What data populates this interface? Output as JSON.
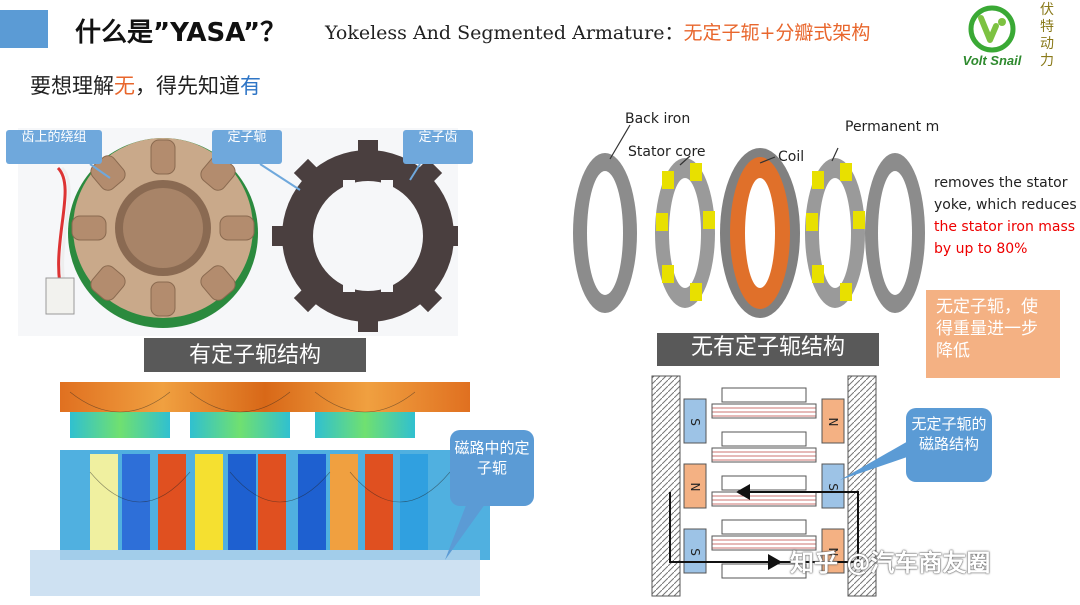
{
  "header": {
    "title": "什么是”YASA”？",
    "subtitle_prefix": "Yokeless And Segmented Armature：",
    "subtitle_highlight": "无",
    "subtitle_suffix": "定子轭+分瓣式架构"
  },
  "logo": {
    "text": "Volt Snail",
    "side_text": "伏特动力"
  },
  "intro": {
    "part1": "要想理解",
    "wu": "无",
    "part2": "，得先知道",
    "you": "有"
  },
  "left_callouts": {
    "coil": "齿上的绕组",
    "yoke": "定子轭",
    "tooth": "定子齿"
  },
  "labels": {
    "with_yoke": "有定子轭结构",
    "without_yoke": "无有定子轭结构"
  },
  "yasa_diagram": {
    "back_iron": "Back iron",
    "stator_core": "Stator core",
    "coil": "Coil",
    "permanent_magnet": "Permanent magnet"
  },
  "english_note": {
    "part1": "removes the stator yoke, which reduces ",
    "highlight": "the stator iron mass by up to 80%"
  },
  "peach_note": "无定子轭，使得重量进一步降低",
  "bubble_left": "磁路中的定子轭",
  "bubble_right": "无定子轭的磁路结构",
  "magnet_letters": [
    "S",
    "N"
  ],
  "watermark": "知乎 @汽车商友圈",
  "colors": {
    "accent": "#5b9bd5",
    "orange": "#e8662c",
    "red": "#e00000",
    "peach": "#f4b183"
  }
}
